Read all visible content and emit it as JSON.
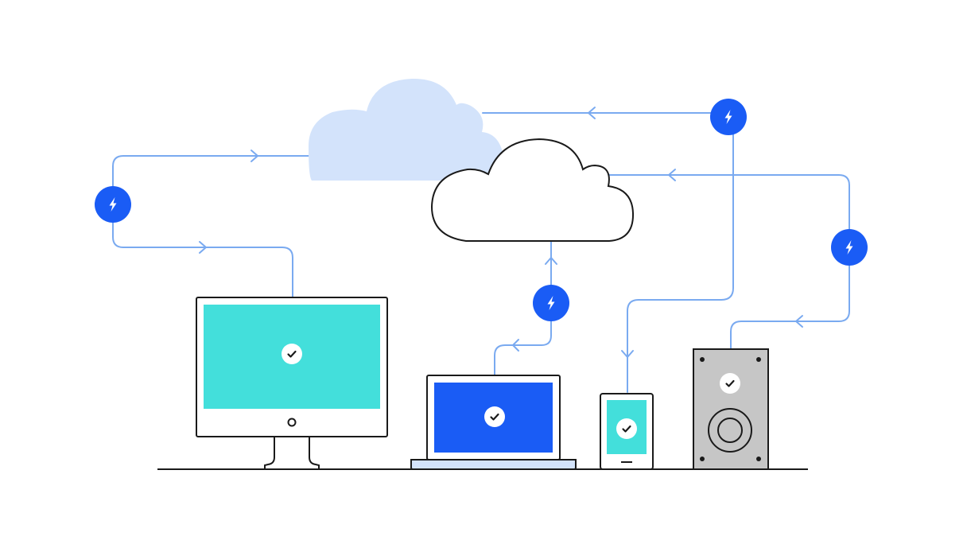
{
  "colors": {
    "background": "#ffffff",
    "connector_line": "#7aaaf0",
    "sync_badge": "#1a5cf5",
    "badge_glyph": "#ffffff",
    "cloud_primary_fill": "#ffffff",
    "cloud_primary_stroke": "#1a1a1a",
    "cloud_secondary_fill": "#d3e3fb",
    "monitor_screen": "#43dfdb",
    "laptop_screen": "#1a5cf5",
    "laptop_body": "#d3e3fb",
    "phone_screen": "#43dfdb",
    "speaker_body": "#c6c6c6",
    "outline": "#1a1a1a",
    "check_badge": "#ffffff"
  },
  "icons": {
    "sync_badge": "lightning-bolt-icon",
    "device_status": "checkmark-icon"
  },
  "devices": [
    {
      "id": "monitor",
      "kind": "desktop-monitor",
      "status": "synced"
    },
    {
      "id": "laptop",
      "kind": "laptop",
      "status": "synced"
    },
    {
      "id": "phone",
      "kind": "mobile-phone",
      "status": "synced"
    },
    {
      "id": "speaker",
      "kind": "speaker",
      "status": "synced"
    }
  ],
  "clouds": [
    {
      "id": "cloud-primary",
      "style": "outlined"
    },
    {
      "id": "cloud-secondary",
      "style": "filled-light"
    }
  ]
}
